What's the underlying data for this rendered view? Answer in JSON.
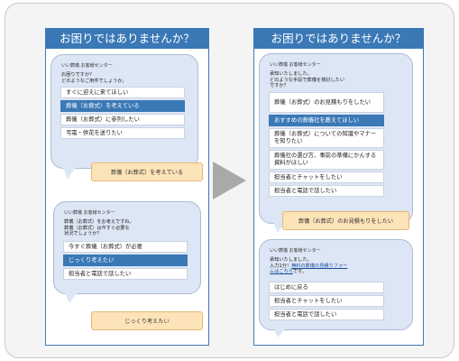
{
  "left": {
    "title": "お困りではありませんか？",
    "bubble1": {
      "agent": "いい葬儀 お客様センター",
      "message": [
        "お困りですか？",
        "どのようなご用件でしょうか。"
      ],
      "options": [
        {
          "label": "すぐに迎えに来てほしい",
          "selected": false
        },
        {
          "label": "葬儀（お葬式）を考えている",
          "selected": true
        },
        {
          "label": "葬儀（お葬式）に参列したい",
          "selected": false
        },
        {
          "label": "弔電・供花を送りたい",
          "selected": false
        }
      ]
    },
    "user_reply1": "葬儀（お葬式）を考えている",
    "bubble2": {
      "agent": "いい葬儀 お客様センター",
      "message": [
        "葬儀（お葬式）をお考えですね。",
        "葬儀（お葬式）は今すぐ必要な",
        "状況でしょうか？"
      ],
      "options": [
        {
          "label": "今すぐ葬儀（お葬式）が必要",
          "selected": false
        },
        {
          "label": "じっくり考えたい",
          "selected": true
        },
        {
          "label": "担当者と電話で話したい",
          "selected": false
        }
      ]
    },
    "user_reply2": "じっくり考えたい"
  },
  "right": {
    "title": "お困りではありませんか？",
    "bubble1": {
      "agent": "いい葬儀 お客様センター",
      "message": [
        "承知いたしました。",
        "どのような手段で葬儀を検討したい",
        "ですか？"
      ],
      "options": [
        {
          "label": "葬儀（お葬式）のお見積もりをしたい",
          "selected": false
        },
        {
          "label": "おすすめの葬儀社を教えてほしい",
          "selected": true
        },
        {
          "label": "葬儀（お葬式）についての知識やマナーを知りたい",
          "selected": false
        },
        {
          "label": "葬儀社の選び方、事前の準備にかんする資料がほしい",
          "selected": false
        },
        {
          "label": "担当者とチャットをしたい",
          "selected": false
        },
        {
          "label": "担当者と電話で話したい",
          "selected": false
        }
      ]
    },
    "user_reply1": "葬儀（お葬式）のお見積もりをしたい",
    "bubble2": {
      "agent": "いい葬儀 お客様センター",
      "message_line1": "承知いたしました。",
      "message_pre": "入力1分！",
      "message_link": "無料の葬儀の見積りフォームはこちら",
      "message_post": "です。",
      "options": [
        {
          "label": "はじめに戻る",
          "selected": false
        },
        {
          "label": "担当者とチャットをしたい",
          "selected": false
        },
        {
          "label": "担当者と電話で話したい",
          "selected": false
        }
      ]
    }
  },
  "colors": {
    "accent": "#3a78b6",
    "bot_bubble": "#dde6f4",
    "user_bubble": "#fde3b8",
    "arrow": "#a9a9a9"
  },
  "icons": {
    "transition": "right-triangle-arrow-icon"
  }
}
